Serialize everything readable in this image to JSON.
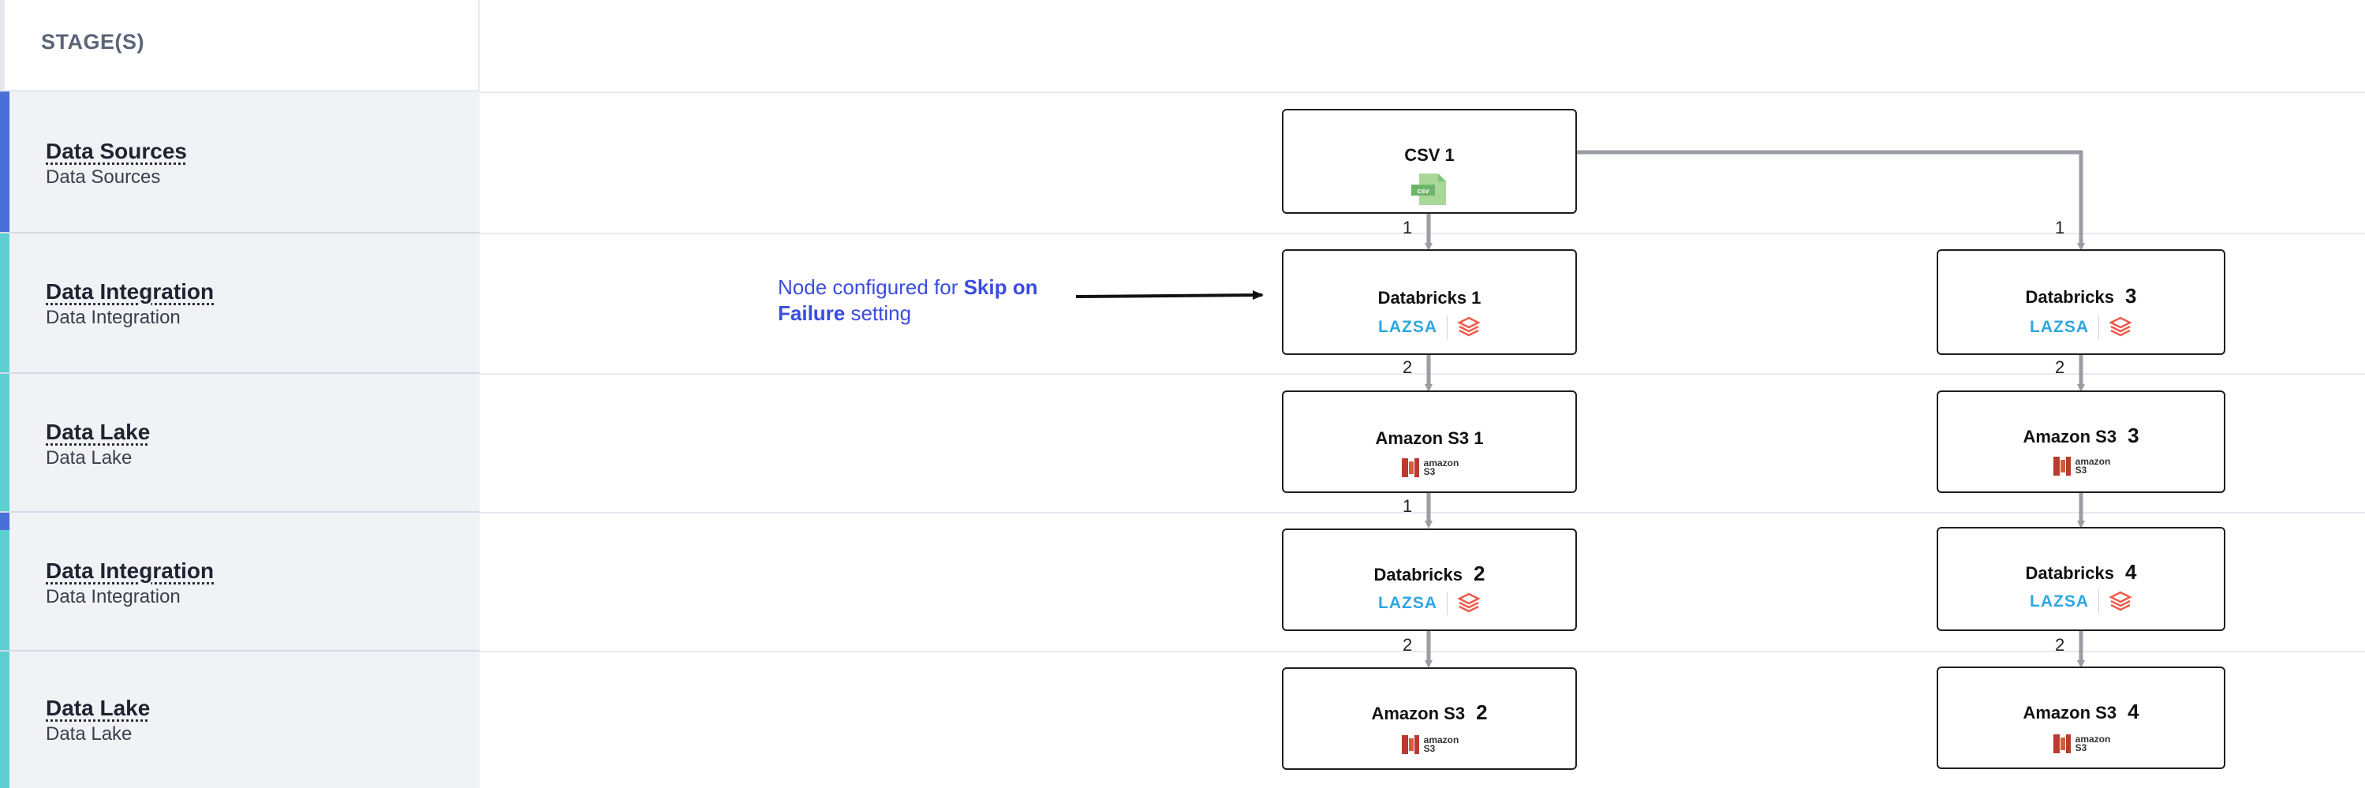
{
  "sidebar": {
    "header": "STAGE(S)",
    "stages": [
      {
        "title": "Data Sources",
        "subtitle": "Data Sources",
        "color": "#4a6fd6"
      },
      {
        "title": "Data Integration",
        "subtitle": "Data Integration",
        "color": "#5ccfd0"
      },
      {
        "title": "Data Lake",
        "subtitle": "Data Lake",
        "color": "#5ccfd0"
      },
      {
        "title": "Data Integration",
        "subtitle": "Data Integration",
        "color": "#5ccfd0"
      },
      {
        "title": "Data Lake",
        "subtitle": "Data Lake",
        "color": "#5ccfd0"
      }
    ]
  },
  "annotation": {
    "prefix": "Node configured for ",
    "bold": "Skip on Failure",
    "suffix": " setting"
  },
  "nodes": {
    "csv1": {
      "label": "CSV 1",
      "icon": "csv-file-icon",
      "icon_text": "csv"
    },
    "db1": {
      "label": "Databricks 1",
      "icon": "databricks-icon",
      "brand": "LAZSA"
    },
    "db3": {
      "label": "Databricks",
      "num": "3",
      "icon": "databricks-icon",
      "brand": "LAZSA"
    },
    "s3_1": {
      "label": "Amazon S3 1",
      "icon": "amazon-s3-icon",
      "brand": "amazon",
      "brand_sub": "S3"
    },
    "s3_3": {
      "label": "Amazon S3",
      "num": "3",
      "icon": "amazon-s3-icon",
      "brand": "amazon",
      "brand_sub": "S3"
    },
    "db2": {
      "label": "Databricks",
      "num": "2",
      "icon": "databricks-icon",
      "brand": "LAZSA"
    },
    "db4": {
      "label": "Databricks",
      "num": "4",
      "icon": "databricks-icon",
      "brand": "LAZSA"
    },
    "s3_2": {
      "label": "Amazon S3",
      "num": "2",
      "icon": "amazon-s3-icon",
      "brand": "amazon",
      "brand_sub": "S3"
    },
    "s3_4": {
      "label": "Amazon S3",
      "num": "4",
      "icon": "amazon-s3-icon",
      "brand": "amazon",
      "brand_sub": "S3"
    }
  },
  "edge_labels": {
    "left": [
      "1",
      "2",
      "1",
      "2"
    ],
    "right": [
      "1",
      "2",
      "2"
    ]
  },
  "colors": {
    "connector": "#9a9da3",
    "annotation": "#3b4ce0",
    "lazsa": "#2fa6e0",
    "databricks": "#f05a4a",
    "s3": "#b83b2e",
    "csv": "#7cc47a"
  }
}
